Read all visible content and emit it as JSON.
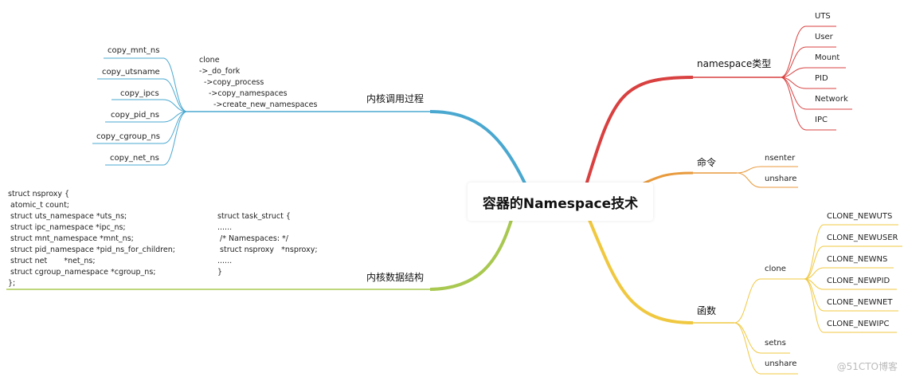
{
  "title": "容器的Namespace技术",
  "colors": {
    "red": "#d94040",
    "orange": "#e89a3c",
    "yellow": "#f0c840",
    "blue": "#4aa8d0",
    "green": "#a8c850",
    "gray": "#bbbbbb"
  },
  "branches": {
    "types": {
      "label": "namespace类型",
      "items": [
        "UTS",
        "User",
        "Mount",
        "PID",
        "Network",
        "IPC"
      ]
    },
    "commands": {
      "label": "命令",
      "items": [
        "nsenter",
        "unshare"
      ]
    },
    "functions": {
      "label": "函数",
      "clone": "clone",
      "clone_flags": [
        "CLONE_NEWUTS",
        "CLONE_NEWUSER",
        "CLONE_NEWNS",
        "CLONE_NEWPID",
        "CLONE_NEWNET",
        "CLONE_NEWIPC"
      ],
      "setns": "setns",
      "unshare": "unshare"
    },
    "kernel_calls": {
      "label": "内核调用过程",
      "chain": [
        "clone",
        "->_do_fork",
        "->copy_process",
        "->copy_namespaces",
        "->create_new_namespaces"
      ],
      "items": [
        "copy_mnt_ns",
        "copy_utsname",
        "copy_ipcs",
        "copy_pid_ns",
        "copy_cgroup_ns",
        "copy_net_ns"
      ]
    },
    "kernel_data": {
      "label": "内核数据结构",
      "nsproxy": [
        "struct nsproxy {",
        " atomic_t count;",
        " struct uts_namespace *uts_ns;",
        " struct ipc_namespace *ipc_ns;",
        " struct mnt_namespace *mnt_ns;",
        " struct pid_namespace *pid_ns_for_children;",
        " struct net       *net_ns;",
        " struct cgroup_namespace *cgroup_ns;",
        "};"
      ],
      "task_struct": [
        "struct task_struct {",
        "......",
        " /* Namespaces: */",
        " struct nsproxy   *nsproxy;",
        "......",
        "}"
      ]
    }
  },
  "watermark": "@51CTO博客"
}
